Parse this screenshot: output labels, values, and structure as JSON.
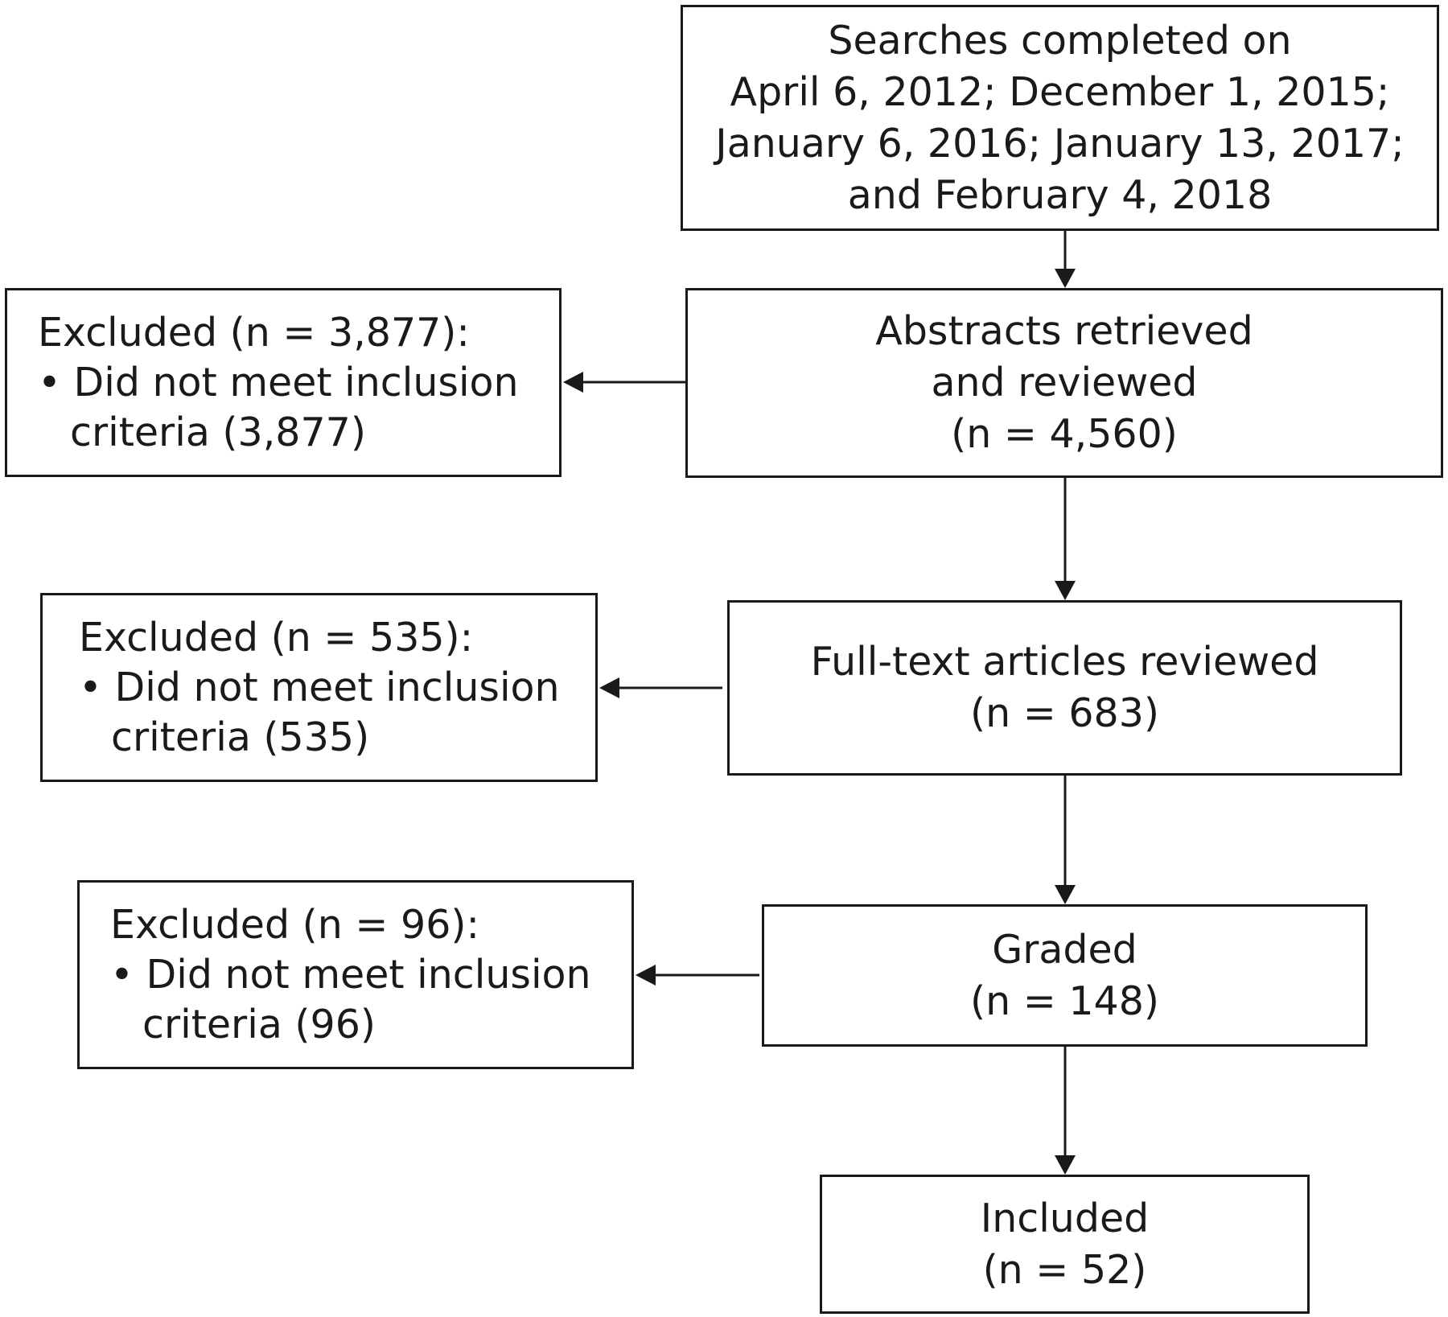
{
  "flow": {
    "search": {
      "lines": [
        "Searches completed on",
        "April 6, 2012; December 1, 2015;",
        "January 6, 2016; January 13, 2017;",
        "and February 4, 2018"
      ]
    },
    "abstracts": {
      "lines": [
        "Abstracts retrieved",
        "and reviewed",
        "(n = 4,560)"
      ]
    },
    "fulltext": {
      "lines": [
        "Full-text articles reviewed",
        "(n = 683)"
      ]
    },
    "graded": {
      "lines": [
        "Graded",
        "(n = 148)"
      ]
    },
    "included": {
      "lines": [
        "Included",
        "(n = 52)"
      ]
    }
  },
  "exclusions": {
    "abstracts": {
      "heading": "Excluded (n = 3,877):",
      "bullet": "• Did not meet inclusion",
      "continuation": "criteria (3,877)"
    },
    "fulltext": {
      "heading": "Excluded (n = 535):",
      "bullet": "• Did not meet inclusion",
      "continuation": "criteria (535)"
    },
    "graded": {
      "heading": "Excluded (n = 96):",
      "bullet": "• Did not meet inclusion",
      "continuation": "criteria (96)"
    }
  }
}
